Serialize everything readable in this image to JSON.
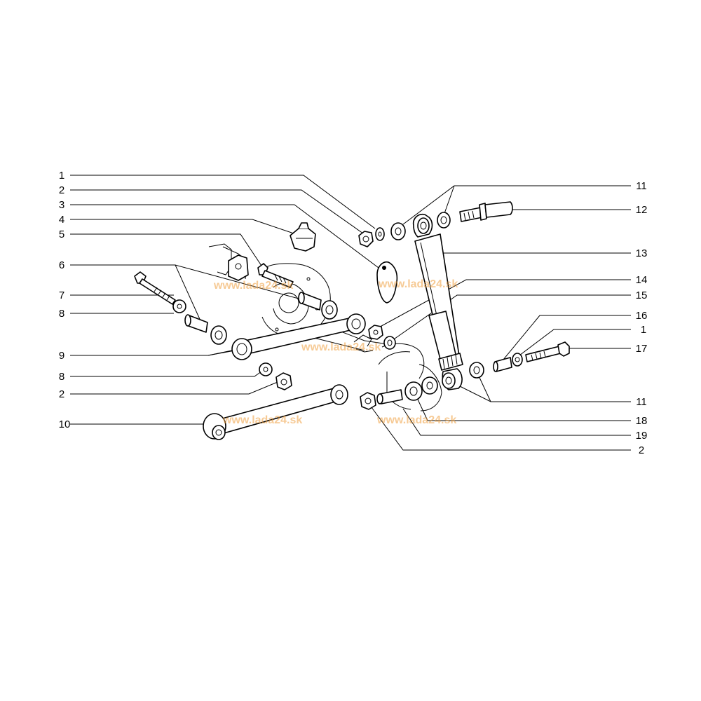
{
  "diagram": {
    "watermark": "www.lada24.sk",
    "callouts_left": [
      "1",
      "2",
      "3",
      "4",
      "5",
      "6",
      "7",
      "8",
      "9",
      "8",
      "2",
      "10"
    ],
    "callouts_right": [
      "11",
      "12",
      "13",
      "14",
      "15",
      "16",
      "1",
      "17",
      "11",
      "18",
      "19",
      "2"
    ]
  }
}
